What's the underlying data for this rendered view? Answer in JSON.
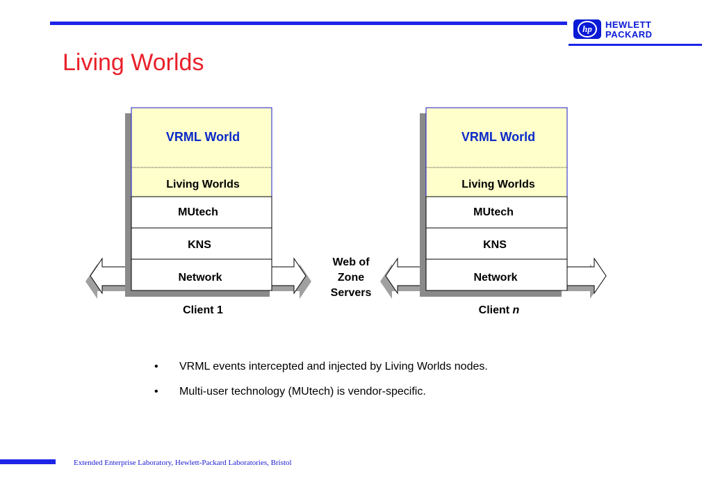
{
  "brand": {
    "line1": "HEWLETT",
    "line2": "PACKARD",
    "badge": "hp"
  },
  "title": "Living Worlds",
  "diagram": {
    "clients": [
      {
        "vrml": "VRML World",
        "living": "Living Worlds",
        "mutech": "MUtech",
        "kns": "KNS",
        "network": "Network",
        "label": "Client 1",
        "label_suffix": ""
      },
      {
        "vrml": "VRML World",
        "living": "Living Worlds",
        "mutech": "MUtech",
        "kns": "KNS",
        "network": "Network",
        "label": "Client ",
        "label_suffix": "n"
      }
    ],
    "center_label": [
      "Web of",
      "Zone",
      "Servers"
    ]
  },
  "bullets": [
    "VRML events intercepted and injected by Living Worlds nodes.",
    "Multi-user technology (MUtech) is vendor-specific."
  ],
  "bullet_symbol": "•",
  "footer": "Extended Enterprise Laboratory, Hewlett-Packard Laboratories, Bristol",
  "colors": {
    "accent_blue": "#1d24e8",
    "title_red": "#e8202a",
    "vrml_fill": "#ffffcc",
    "vrml_text": "#0a28c8"
  }
}
